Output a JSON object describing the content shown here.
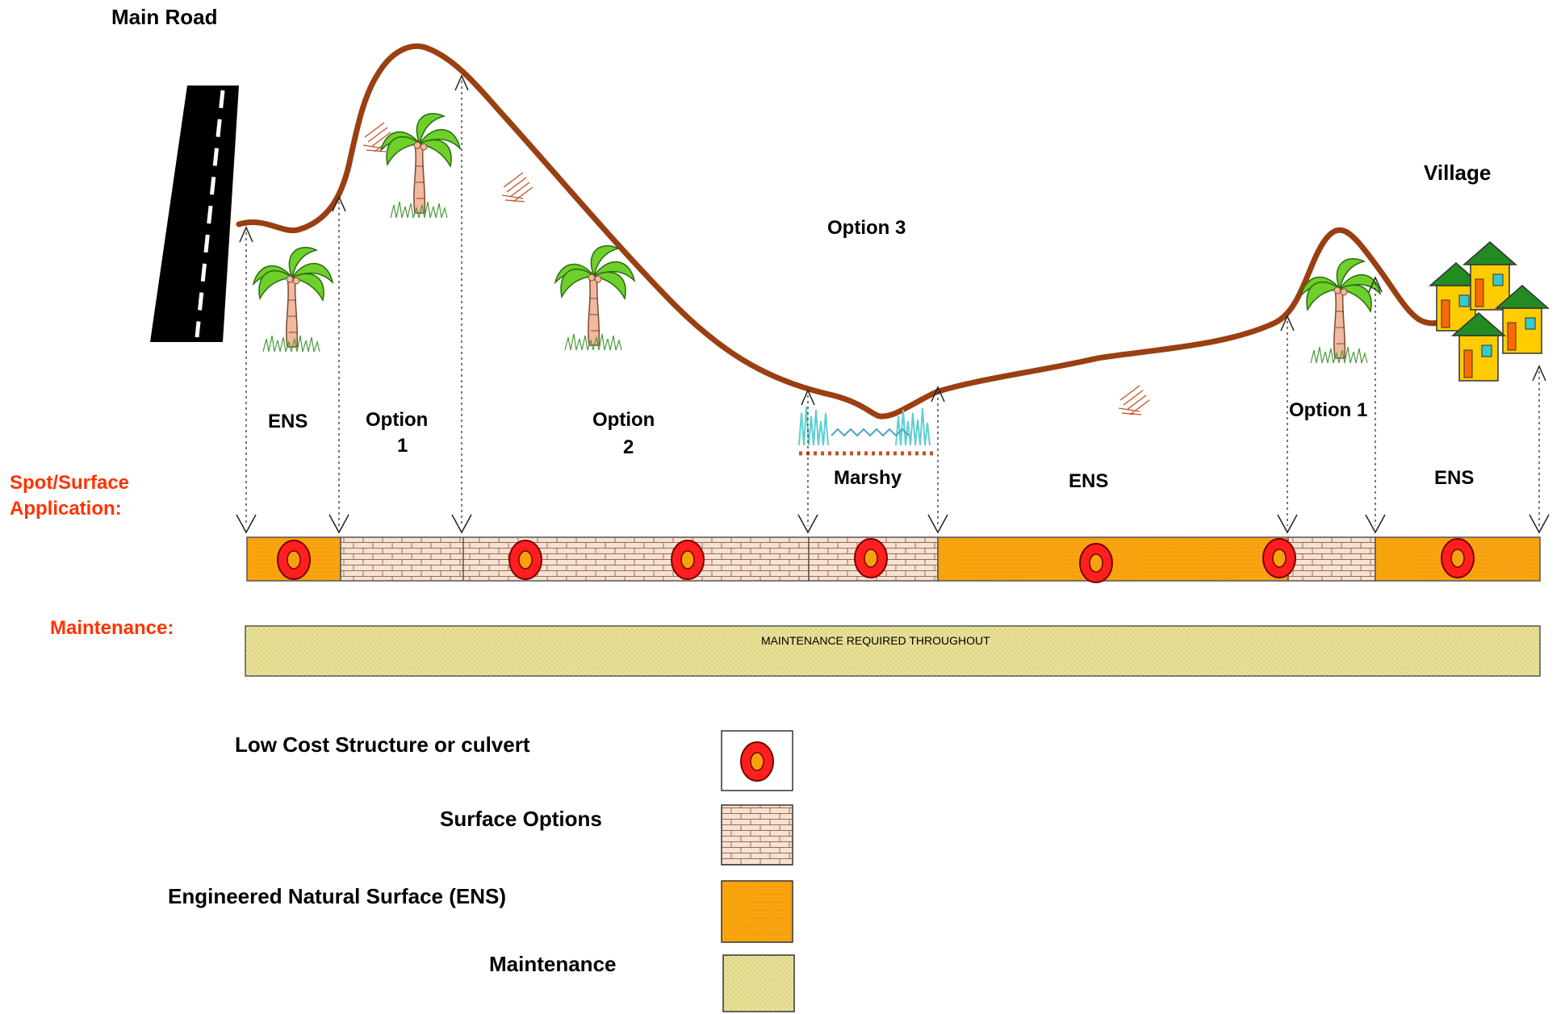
{
  "labels": {
    "main_road": "Main Road",
    "village": "Village",
    "option3": "Option 3",
    "ens_1": "ENS",
    "option1_a_line1": "Option",
    "option1_a_line2": "1",
    "option2_line1": "Option",
    "option2_line2": "2",
    "marshy": "Marshy",
    "ens_2": "ENS",
    "option1_b": "Option 1",
    "ens_3": "ENS",
    "spot_surface_line1": "Spot/Surface",
    "spot_surface_line2": "Application:",
    "maintenance_row": "Maintenance:",
    "maintenance_bar": "MAINTENANCE REQUIRED THROUGHOUT"
  },
  "legend": {
    "culvert": "Low Cost Structure or culvert",
    "surface_options": "Surface Options",
    "ens": "Engineered Natural Surface (ENS)",
    "maintenance": "Maintenance"
  },
  "colors": {
    "terrain": "#9a3f12",
    "ens_fill": "#f7a10c",
    "brick_fill": "#f6e2d3",
    "brick_line": "#9a6a50",
    "maintenance_fill": "#e9e29a",
    "culvert_red": "#ff1f1f",
    "label_red": "#ff3300",
    "house_wall": "#ffcc00",
    "house_roof": "#228b22",
    "palm_leaf": "#6fcf2b",
    "palm_trunk": "#f2b8a0"
  },
  "icons": {
    "road": "road-icon",
    "palm": "palm-tree-icon",
    "houses": "village-houses-icon",
    "marsh": "marsh-icon",
    "culvert": "culvert-ring-icon"
  }
}
